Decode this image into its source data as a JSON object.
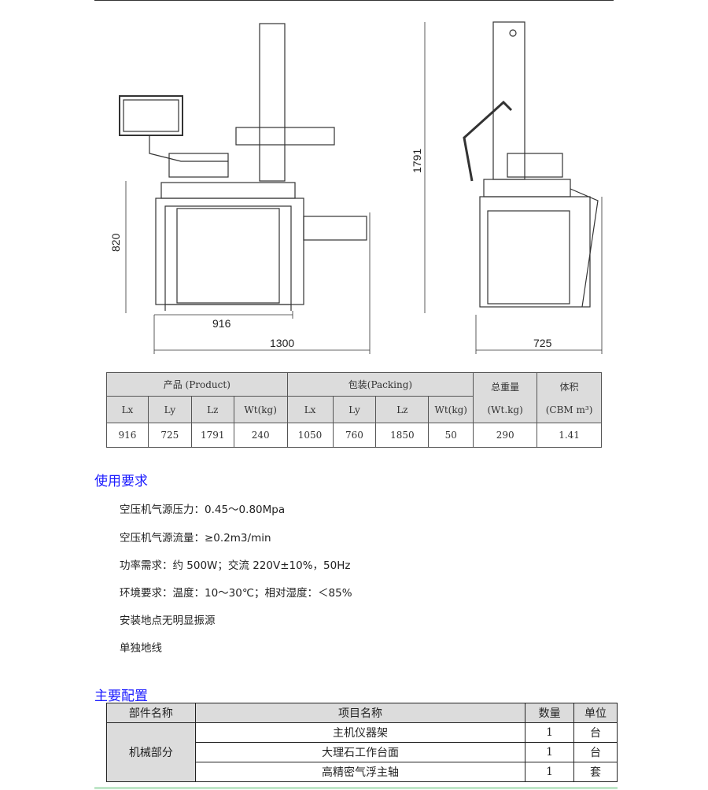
{
  "drawing": {
    "front_height": "820",
    "front_width_table": "916",
    "front_width_total": "1300",
    "side_height": "1791",
    "side_width": "725"
  },
  "spec_table": {
    "product_header": "产品 (Product)",
    "packing_header": "包装(Packing)",
    "total_weight_header": "总重量",
    "total_weight_unit": "(Wt.kg)",
    "volume_header": "体积",
    "volume_unit": "(CBM m³)",
    "sub_headers": [
      "Lx",
      "Ly",
      "Lz",
      "Wt(kg)",
      "Lx",
      "Ly",
      "Lz",
      "Wt(kg)"
    ],
    "values": [
      "916",
      "725",
      "1791",
      "240",
      "1050",
      "760",
      "1850",
      "50",
      "290",
      "1.41"
    ]
  },
  "requirements": {
    "title": "使用要求",
    "items": [
      "空压机气源压力：0.45～0.80Mpa",
      "空压机气源流量：≥0.2m3/min",
      "功率需求：约 500W；交流 220V±10%，50Hz",
      "环境要求：温度：10～30℃；相对湿度：＜85%",
      "安装地点无明显振源",
      "单独地线"
    ]
  },
  "config": {
    "title": "主要配置",
    "headers": [
      "部件名称",
      "项目名称",
      "数量",
      "单位"
    ],
    "group": "机械部分",
    "rows": [
      {
        "item": "主机仪器架",
        "qty": "1",
        "unit": "台"
      },
      {
        "item": "大理石工作台面",
        "qty": "1",
        "unit": "台"
      },
      {
        "item": "高精密气浮主轴",
        "qty": "1",
        "unit": "套"
      }
    ]
  }
}
